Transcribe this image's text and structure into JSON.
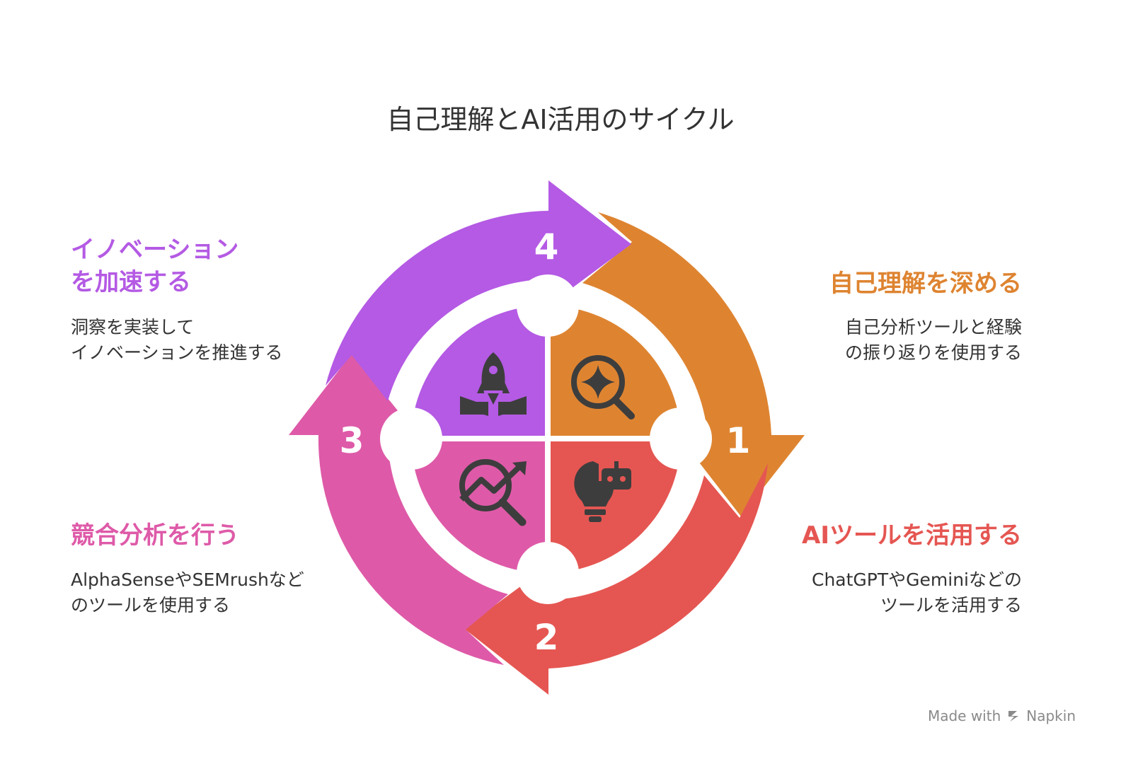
{
  "title": "自己理解とAI活用のサイクル",
  "steps": [
    {
      "number": "1",
      "heading": "自己理解を深める",
      "description": "自己分析ツールと経験\nの振り返りを使用する",
      "color": "#DE8431",
      "icon": "sparkle-magnifier-icon"
    },
    {
      "number": "2",
      "heading": "AIツールを活用する",
      "description": "ChatGPTやGeminiなどの\nツールを活用する",
      "color": "#E55652",
      "icon": "lightbulb-robot-icon"
    },
    {
      "number": "3",
      "heading": "競合分析を行う",
      "description": "AlphaSenseやSEMrushなど\nのツールを使用する",
      "color": "#DE5AA8",
      "icon": "trend-analysis-icon"
    },
    {
      "number": "4",
      "heading": "イノベーション\nを加速する",
      "description": "洞察を実装して\nイノベーションを推進する",
      "color": "#B45AE4",
      "icon": "rocket-launch-icon"
    }
  ],
  "footer": {
    "made_with": "Made with",
    "brand": "Napkin"
  }
}
